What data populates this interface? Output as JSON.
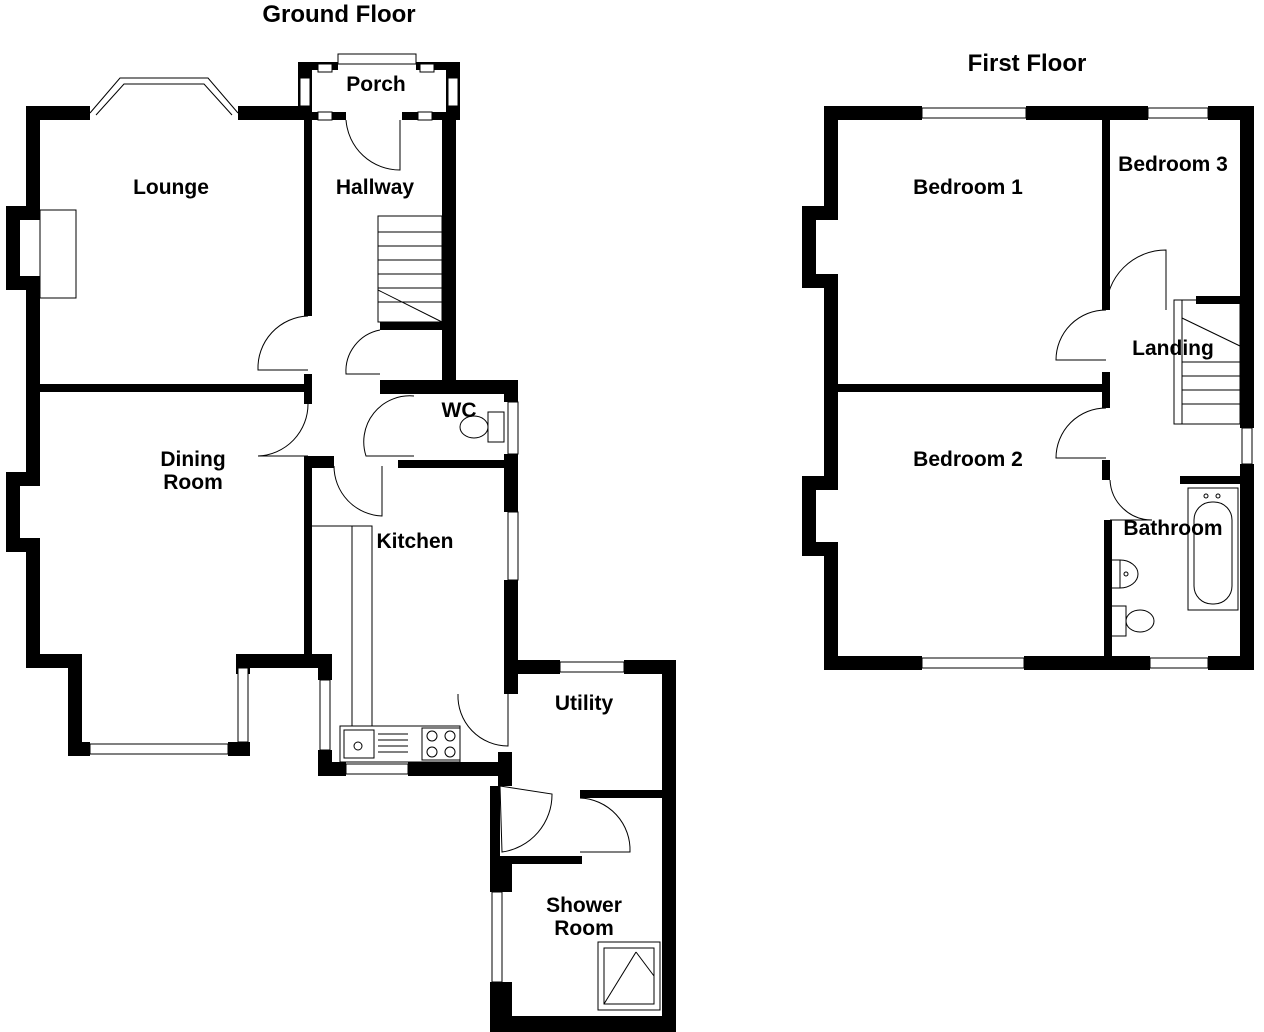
{
  "floors": [
    {
      "title": "Ground Floor",
      "rooms": [
        "Lounge",
        "Hallway",
        "Porch",
        "Dining",
        "Room",
        "WC",
        "Kitchen",
        "Utility",
        "Shower",
        "Room"
      ]
    },
    {
      "title": "First Floor",
      "rooms": [
        "Bedroom 1",
        "Bedroom 3",
        "Landing",
        "Bedroom 2",
        "Bathroom"
      ]
    }
  ],
  "colors": {
    "wall": "#000000",
    "background": "#ffffff"
  }
}
